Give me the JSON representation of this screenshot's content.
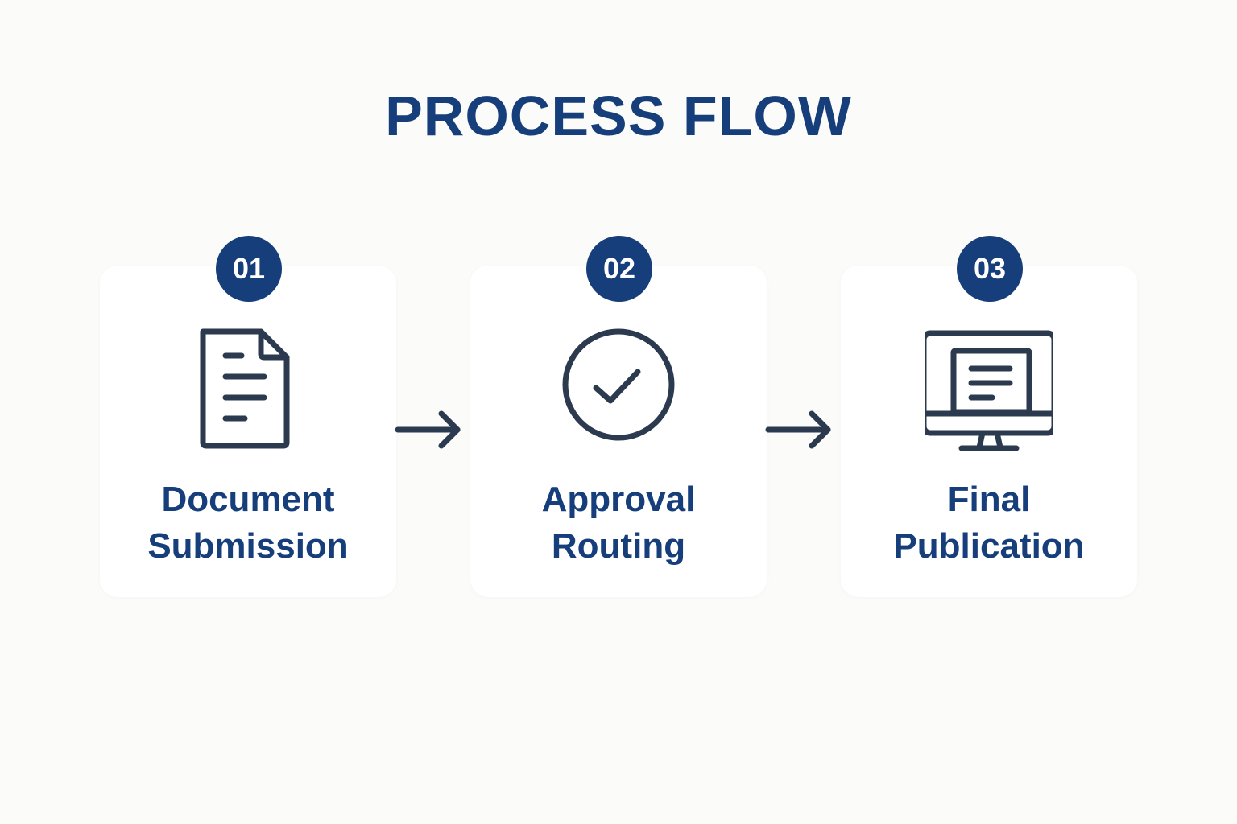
{
  "title": "PROCESS FLOW",
  "colors": {
    "title": "#163e7a",
    "badge": "#163e7a",
    "icon_stroke": "#2b3a4e",
    "card": "#ffffff",
    "background": "#fbfbf9"
  },
  "steps": [
    {
      "number": "01",
      "line1": "Document",
      "line2": "Submission",
      "icon": "document-icon"
    },
    {
      "number": "02",
      "line1": "Approval",
      "line2": "Routing",
      "icon": "check-circle-icon"
    },
    {
      "number": "03",
      "line1": "Final",
      "line2": "Publication",
      "icon": "monitor-icon"
    }
  ],
  "connectors": [
    "arrow-right-icon",
    "arrow-right-icon"
  ]
}
